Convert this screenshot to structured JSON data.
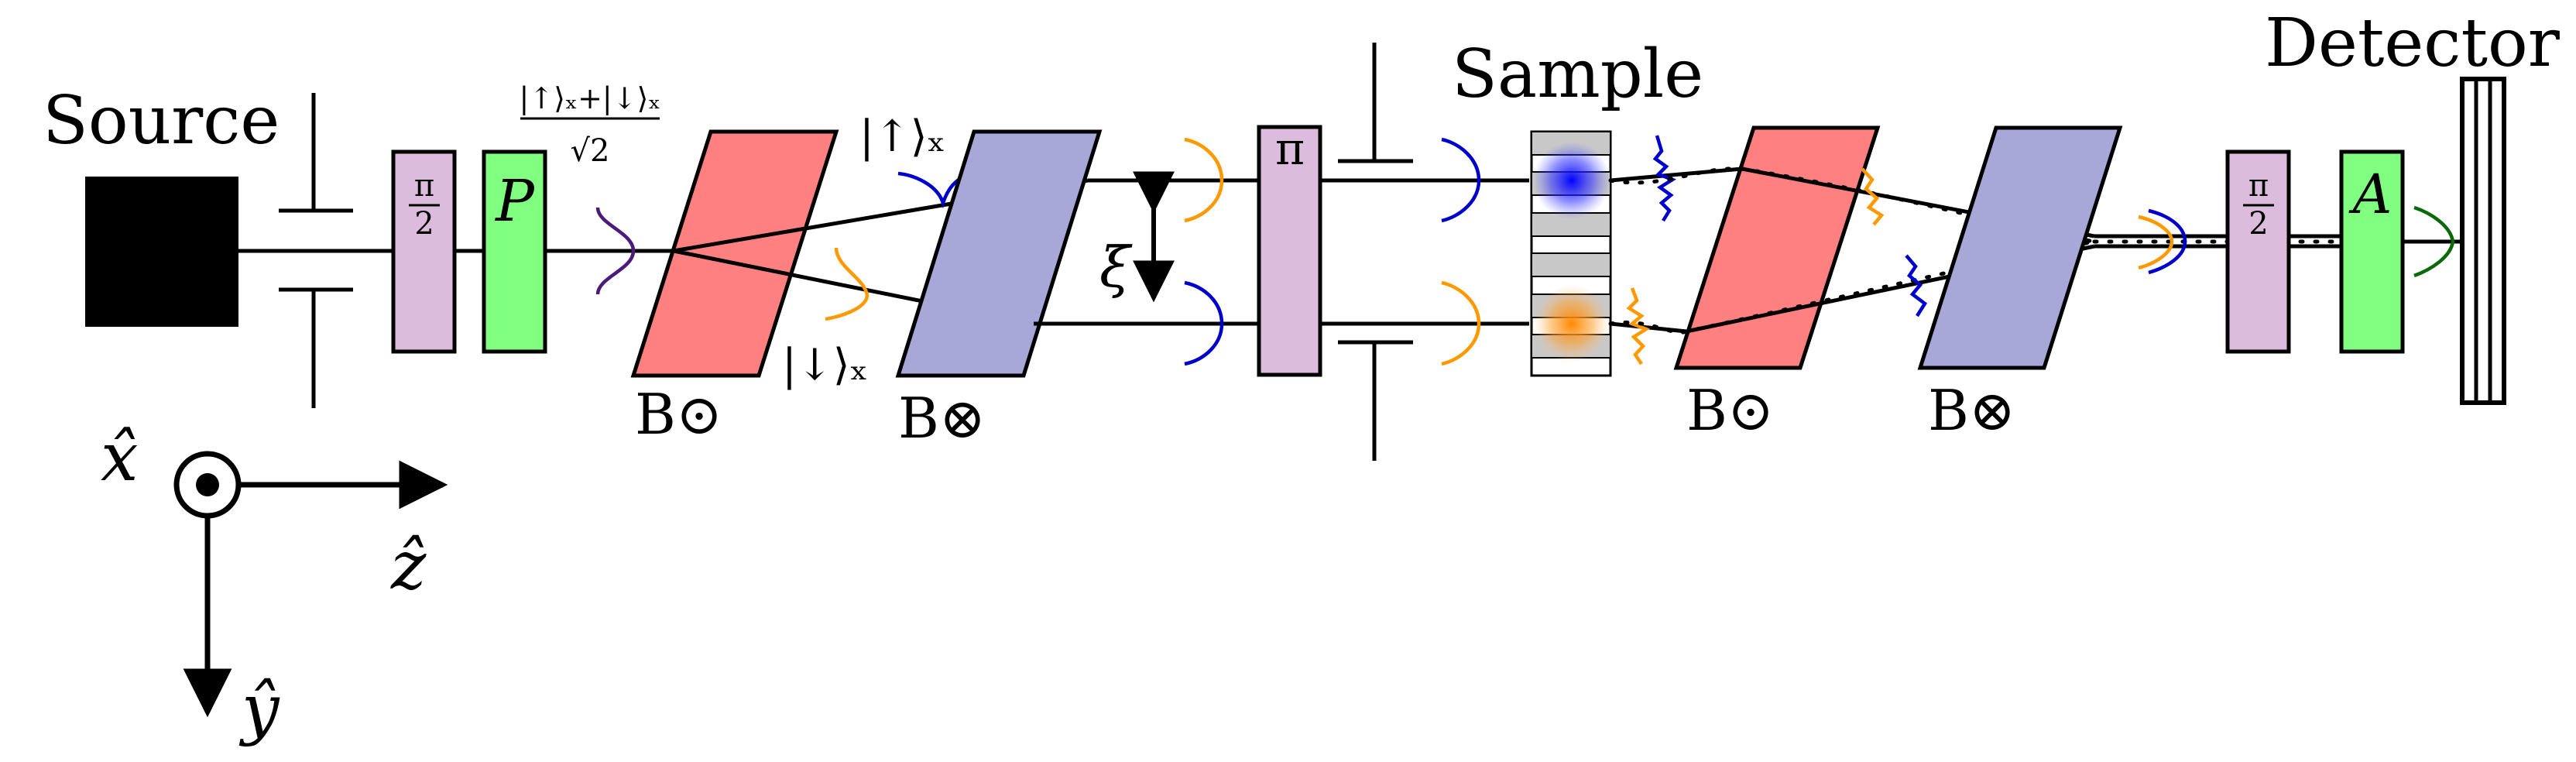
{
  "labels": {
    "source": "Source",
    "sample": "Sample",
    "detector": "Detector",
    "half_pi": "π",
    "half_den": "2",
    "pi": "π",
    "polarizer": "P",
    "analyzer": "A",
    "state_sum_num": "|↑⟩ₓ+|↓⟩ₓ",
    "state_sum_den": "√2",
    "state_up": "|↑⟩ₓ",
    "state_down": "|↓⟩ₓ",
    "xi": "ξ",
    "b_out": "B⊙",
    "b_in": "B⊗",
    "axis_x": "x̂",
    "axis_y": "ŷ",
    "axis_z": "ẑ"
  },
  "colors": {
    "source_block": "#000000",
    "flipper": "#dcbcdc",
    "polarizer": "#80ff80",
    "prism_out": "#ff8080",
    "prism_in": "#a8a8d8",
    "wave_initial": "#4b1a7a",
    "wave_up": "#0000cc",
    "wave_down": "#ff9900",
    "wave_final": "#0a6a0a",
    "sample_stripe": "#c8c8c8"
  },
  "icons": [
    "source-block",
    "slit",
    "half-pi-flipper",
    "pi-flipper",
    "polarizer",
    "analyzer",
    "magnetic-prism",
    "sample-grating",
    "detector",
    "axis-triad"
  ]
}
